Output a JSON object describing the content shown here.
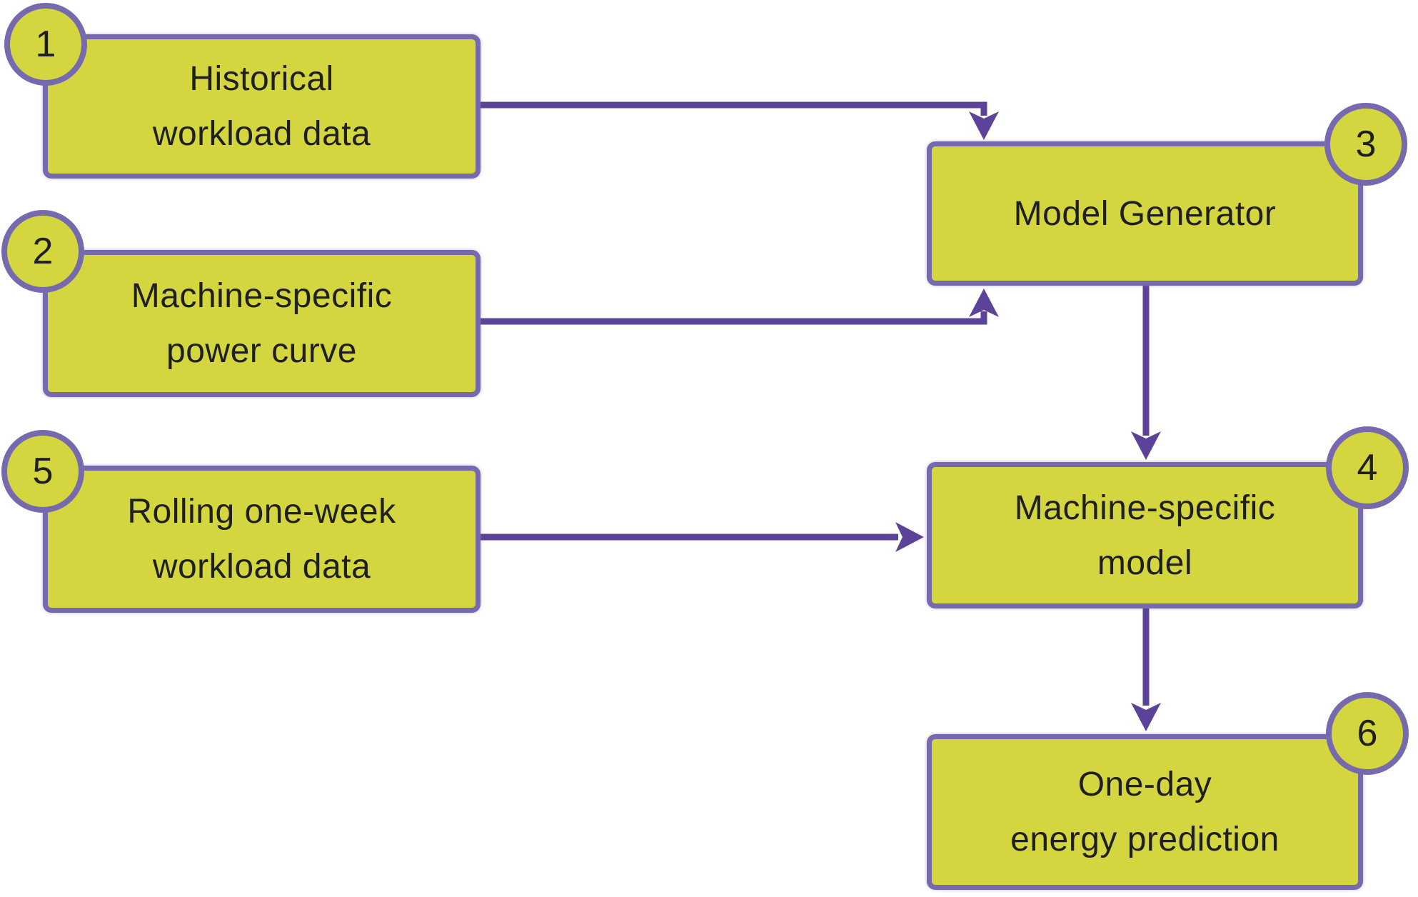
{
  "diagram": {
    "colors": {
      "box_fill": "#d3d63e",
      "box_border": "#7669ad",
      "arrow": "#5c4399",
      "text": "#1f1f1f",
      "background": "#ffffff"
    },
    "nodes": [
      {
        "badge": "1",
        "lines": [
          "Historical",
          "workload data"
        ]
      },
      {
        "badge": "2",
        "lines": [
          "Machine-specific",
          "power curve"
        ]
      },
      {
        "badge": "5",
        "lines": [
          "Rolling one-week",
          "workload data"
        ]
      },
      {
        "badge": "3",
        "lines": [
          "Model Generator"
        ]
      },
      {
        "badge": "4",
        "lines": [
          "Machine-specific",
          "model"
        ]
      },
      {
        "badge": "6",
        "lines": [
          "One-day",
          "energy prediction"
        ]
      }
    ],
    "edges": [
      {
        "from": "1",
        "to": "3"
      },
      {
        "from": "2",
        "to": "3"
      },
      {
        "from": "3",
        "to": "4"
      },
      {
        "from": "5",
        "to": "4"
      },
      {
        "from": "4",
        "to": "6"
      }
    ]
  }
}
